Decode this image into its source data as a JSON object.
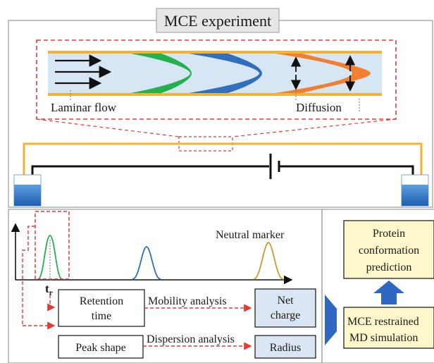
{
  "title": "MCE experiment",
  "flow_labels": {
    "laminar": "Laminar flow",
    "diffusion": "Diffusion"
  },
  "chromatogram": {
    "marker_label": "Neutral marker",
    "tr_main": "t",
    "tr_sub": "r"
  },
  "analysis": {
    "retention_line1": "Retention",
    "retention_line2": "time",
    "mobility": "Mobility analysis",
    "peak_shape": "Peak shape",
    "dispersion": "Dispersion analysis",
    "net_line1": "Net",
    "net_line2": "charge",
    "radius": "Radius"
  },
  "prediction": {
    "line1": "Protein",
    "line2": "conformation",
    "line3": "prediction",
    "md_line1": "MCE restrained",
    "md_line2": "MD simulation"
  },
  "colors": {
    "panel_border": "#9a9a9a",
    "dashed_red": "#e53935",
    "capillary_fill": "#d7e6f4",
    "capillary_edge": "#f2b234",
    "band1": "#22b14c",
    "band2": "#2f6fbe",
    "band3": "#f07f2f",
    "result_fill": "#dce5f3",
    "prediction_fill": "#fff7cc",
    "arrow_blue": "#2f67c2",
    "electrolyte": "#2f78c8"
  }
}
